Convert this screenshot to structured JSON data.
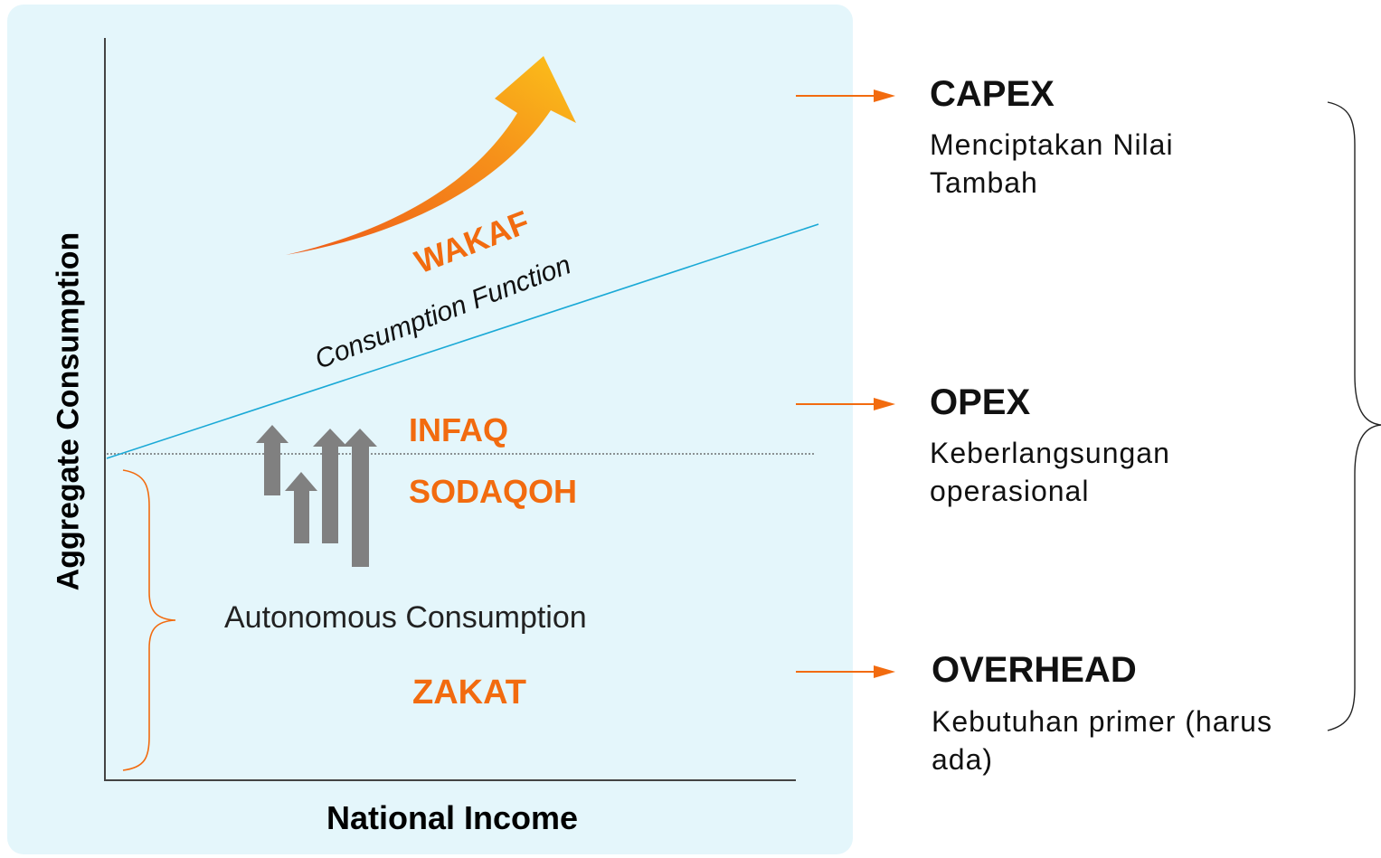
{
  "diagram": {
    "y_axis_label": "Aggregate Consumption",
    "x_axis_label": "National Income",
    "curve_label": "Consumption Function",
    "growth_label": "WAKAF",
    "mid_label_top": "INFAQ",
    "mid_label_bottom": "SODAQOH",
    "base_label": "Autonomous Consumption",
    "base_label_highlight": "ZAKAT"
  },
  "categories": [
    {
      "title": "CAPEX",
      "desc": "Menciptakan Nilai Tambah"
    },
    {
      "title": "OPEX",
      "desc": "Keberlangsungan operasional"
    },
    {
      "title": "OVERHEAD",
      "desc": "Kebutuhan primer (harus ada)"
    }
  ],
  "colors": {
    "panel": "#e4f6fb",
    "accent": "#f26b0f",
    "line": "#1aa9d6",
    "arrow_gray": "#808080"
  }
}
